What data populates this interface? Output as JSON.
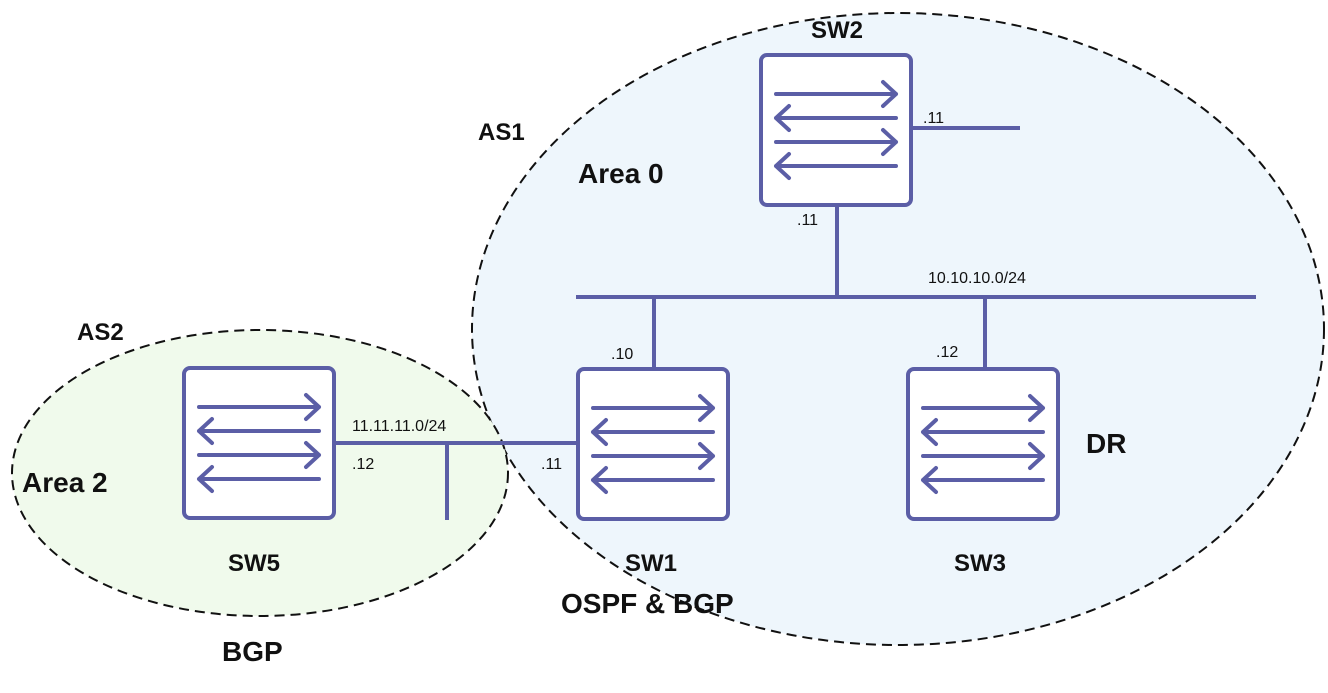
{
  "areas": {
    "as1": {
      "label": "AS1",
      "fill": "#eef6fc"
    },
    "as2": {
      "label": "AS2",
      "fill": "#f0faec"
    },
    "area0": "Area 0",
    "area2": "Area 2"
  },
  "switches": {
    "sw1": {
      "name": "SW1",
      "role": "OSPF & BGP"
    },
    "sw2": {
      "name": "SW2"
    },
    "sw3": {
      "name": "SW3",
      "role": "DR"
    },
    "sw5": {
      "name": "SW5",
      "role": "BGP"
    }
  },
  "networks": {
    "lan_area0": "10.10.10.0/24",
    "link_as": "11.11.11.0/24"
  },
  "interfaces": {
    "sw2_right": ".11",
    "sw2_down": ".11",
    "sw1_up": ".10",
    "sw3_up": ".12",
    "sw1_left": ".11",
    "sw5_right": ".12"
  },
  "colors": {
    "device": "#5b5ea6",
    "boundary": "#111111"
  }
}
